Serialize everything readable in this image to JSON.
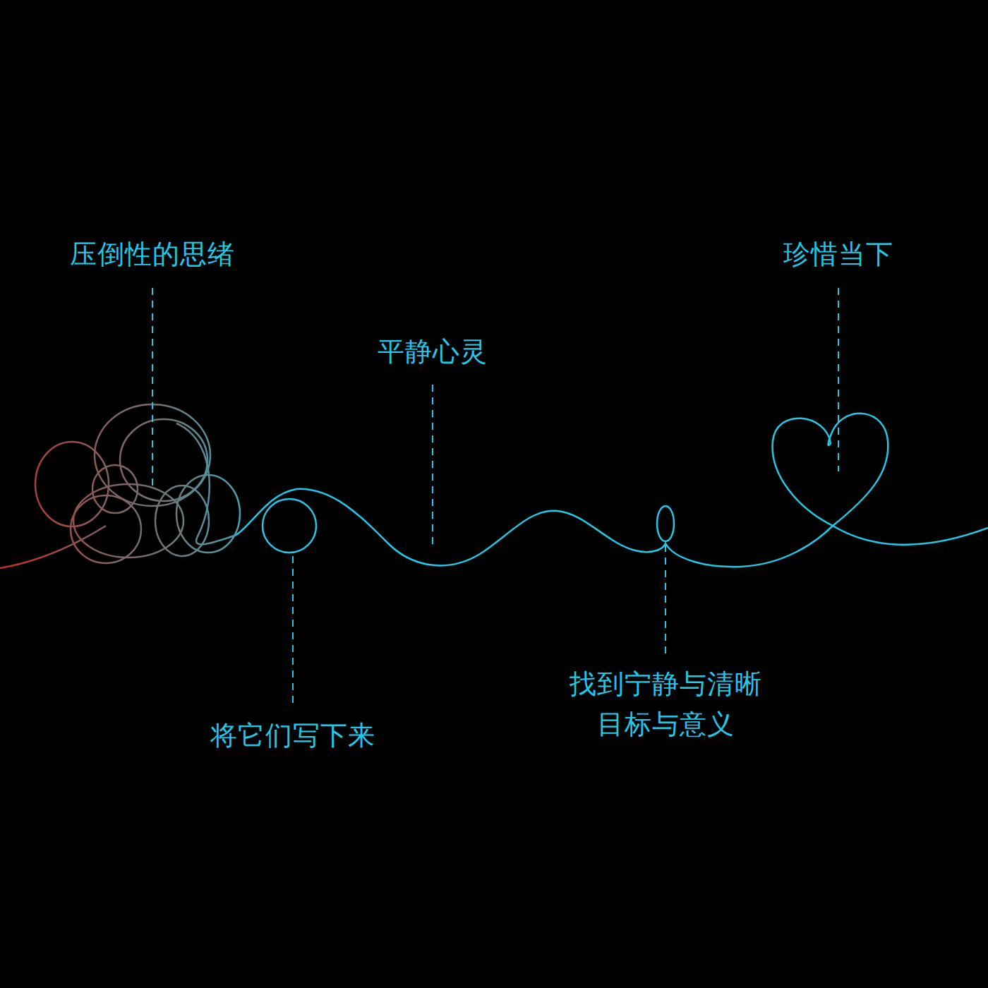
{
  "diagram": {
    "labels": [
      "压倒性的思绪",
      "将它们写下来",
      "平静心灵",
      "找到宁静与清晰 目标与意义",
      "珍惜当下"
    ]
  }
}
